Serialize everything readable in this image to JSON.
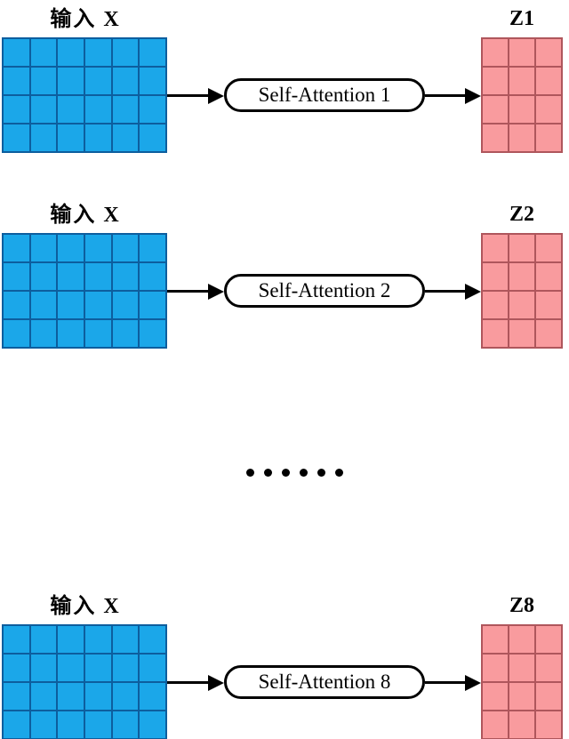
{
  "rows": [
    {
      "input_label_cn": "输入",
      "input_label_var": "X",
      "pill_label": "Self-Attention 1",
      "output_label": "Z1"
    },
    {
      "input_label_cn": "输入",
      "input_label_var": "X",
      "pill_label": "Self-Attention 2",
      "output_label": "Z2"
    },
    {
      "input_label_cn": "输入",
      "input_label_var": "X",
      "pill_label": "Self-Attention 8",
      "output_label": "Z8"
    }
  ],
  "ellipsis": {
    "dot_count": 6
  },
  "matrix_shapes": {
    "input": {
      "cols": 6,
      "rows": 4
    },
    "output": {
      "cols": 3,
      "rows": 4
    }
  },
  "colors": {
    "background": "#FFFFFF",
    "input_cell": "#1BA7E9",
    "input_grid_line": "#0D5E9E",
    "output_cell": "#F99B9E",
    "output_grid_line": "#AF565C",
    "stroke": "#000000"
  }
}
